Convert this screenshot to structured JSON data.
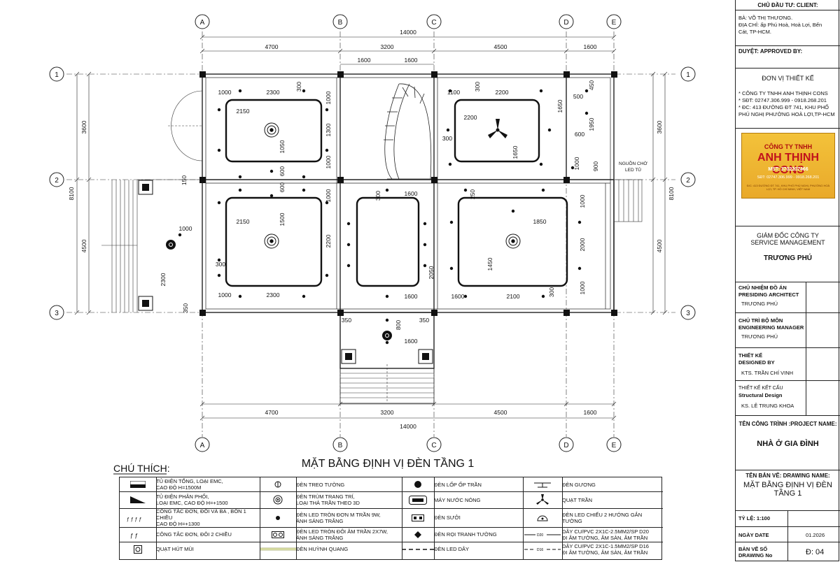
{
  "drawing": {
    "grid_cols": [
      "A",
      "B",
      "C",
      "D",
      "E"
    ],
    "grid_rows": [
      "1",
      "2",
      "3"
    ],
    "dims_top_total": "14000",
    "dims_top": [
      "4700",
      "3200",
      "4500",
      "1600"
    ],
    "dims_bottom_total": "14000",
    "dims_bottom": [
      "4700",
      "3200",
      "4500",
      "1600"
    ],
    "dims_left": [
      "3600",
      "4500"
    ],
    "dims_left_total": "8100",
    "dims_right": [
      "3600",
      "4500"
    ],
    "dims_right_total": "8100",
    "stair_top_dims": [
      "1600",
      "1600"
    ],
    "interior_dims": {
      "r1_a": "1000",
      "r1_b": "2300",
      "r1_c": "300",
      "r1_d": "2150",
      "r1_e": "1000",
      "r1_f": "1300",
      "r1_g": "1000",
      "r1_h": "1050",
      "r1_i": "600",
      "r2_a": "1100",
      "r2_b": "2200",
      "r2_c": "300",
      "r2_d": "2200",
      "r2_e": "300",
      "r2_f": "1650",
      "r2_g": "1650",
      "r3_a": "500",
      "r3_b": "450",
      "r3_c": "1950",
      "r3_d": "600",
      "r3_e": "1000",
      "r3_f": "900",
      "r4_a": "2150",
      "r4_b": "1500",
      "r4_c": "600",
      "r4_d": "300",
      "r4_e": "2200",
      "r4_f": "1000",
      "r4_g": "2300",
      "r4_h": "1000",
      "r5_a": "300",
      "r5_b": "1600",
      "r5_c": "2050",
      "r5_d": "1600",
      "r6_a": "250",
      "r6_b": "1850",
      "r6_c": "1000",
      "r6_d": "2000",
      "r6_e": "1000",
      "r6_f": "1450",
      "r6_g": "2100",
      "r6_h": "300",
      "r6_i": "1600",
      "r7_a": "150",
      "r7_b": "1000",
      "r7_c": "2300",
      "r7_d": "350",
      "r8_a": "350",
      "r8_b": "800",
      "r8_c": "1600"
    },
    "note_source": "NGUỒN CHỜ",
    "note_source2": "LED TỦ",
    "title": "MẶT BẰNG ĐỊNH VỊ ĐÈN TẦNG 1"
  },
  "legend": {
    "heading": "CHÚ THÍCH:",
    "items": [
      [
        "TỦ ĐIỆN TỔNG, LOẠI EMC,",
        "CAO ĐỘ H=1500M"
      ],
      [
        "TỦ ĐIỆN PHÂN PHỐI,",
        "LOẠI EMC, CAO ĐỘ H=+1500"
      ],
      [
        "CÔNG TẮC ĐƠN, ĐÔI VÀ BA , BỐN 1 CHIỀU",
        "CAO ĐỘ H=+1300"
      ],
      [
        "CÔNG TẮC ĐƠN, ĐÔI 2 CHIỀU",
        ""
      ],
      [
        "QUẠT HÚT MÙI",
        ""
      ],
      [
        "ĐÈN TREO TƯỜNG",
        ""
      ],
      [
        "ĐÈN TRÙM TRANG TRÍ,",
        "LOẠI THẢ TRẦN THEO 3D"
      ],
      [
        "ĐÈN LED TRÒN ĐƠN M TRẦN 9W,",
        "ÁNH SÁNG TRẮNG"
      ],
      [
        "ĐÈN LED TRÒN ĐÔI ÂM TRẦN 2X7W,",
        "ÁNH SÁNG TRẮNG"
      ],
      [
        "ĐÈN HUỲNH QUANG",
        ""
      ],
      [
        "ĐÈN LỐP ỐP TRẦN",
        ""
      ],
      [
        "MÁY NƯỚC NÓNG",
        ""
      ],
      [
        "ĐÈN SƯỞI",
        ""
      ],
      [
        "ĐÈN RỌI TRANH TƯỜNG",
        ""
      ],
      [
        "ĐÈN LED DÂY",
        ""
      ],
      [
        "ĐÈN GƯƠNG",
        ""
      ],
      [
        "QUẠT TRẦN",
        ""
      ],
      [
        "ĐÈN LED CHIẾU 2 HƯỚNG GẮN TƯỜNG",
        ""
      ],
      [
        "DÂY CU/PVC 2X1C-2.5MM2/SP D20",
        "ĐI ÂM TƯỜNG, ÂM SÀN, ÂM TRẦN"
      ],
      [
        "DÂY CU/PVC 2X1C-1.5MM2/SP D16",
        "ĐI ÂM TƯỜNG, ÂM SÀN, ÂM TRẦN"
      ]
    ],
    "wire_tag_1": "D20",
    "wire_tag_2": "D16"
  },
  "titleblock": {
    "client_h": "CHỦ ĐẦU TƯ: CLIENT:",
    "client_1": "BÀ: VÕ THỊ THƯƠNG.",
    "client_2": "ĐỊA CHỈ: ấp Phú Hoà, Hoà Lợi, Bến",
    "client_3": "Cát, TP-HCM.",
    "approved_h": "DUYỆT:   APPROVED BY:",
    "designer_unit": "ĐƠN VỊ THIẾT KẾ",
    "co_1": "* CÔNG TY TNHH ANH THỊNH CONS",
    "co_2": "* SĐT: 02747.306.999 - 0918.268.201",
    "co_3": "* ĐC: 413 ĐƯỜNG ĐT 741, KHU PHỐ",
    "co_4": "PHÚ NGHỊ PHƯỜNG HOÀ LỢI,TP-HCM",
    "logo_1": "CÔNG TY TNHH",
    "logo_2": "ANH THỊNH CONS",
    "logo_3": "MST: 3702207466",
    "logo_4": "SĐT: 02747.306.999 - 0918.268.201",
    "logo_5": "Đ/C: 413 ĐƯỜNG ĐT 741, KHU PHỐ PHÚ NGHỊ, PHƯỜNG HOÀ LỢI, TP. HỒ CHÍ MINH, VIỆT NAM",
    "director_1": "GIÁM ĐỐC CÔNG TY",
    "director_2": "SERVICE MANAGEMENT",
    "director_name": "TRƯƠNG PHÚ",
    "pa_1": "CHỦ NHIỆM ĐỒ ÁN",
    "pa_2": "PRESIDING ARCHITECT",
    "pa_name": "TRƯƠNG PHÚ",
    "em_1": "CHỦ TRÌ BỘ MÔN",
    "em_2": "ENGINEERING MANAGER",
    "em_name": "TRƯƠNG PHÚ",
    "ds_1": "THIẾT KẾ",
    "ds_2": "DESIGNED BY",
    "ds_name": "KTS. TRẦN CHÍ VINH",
    "sd_1": "THIẾT KẾ KẾT CẤU",
    "sd_2": "Structural Design",
    "sd_name": "KS. LÊ TRUNG KHOA",
    "project_h": "TÊN CÔNG TRÌNH :PROJECT NAME:",
    "project": "NHÀ Ở GIA ĐÌNH",
    "drawing_h": "TÊN BẢN VẼ: DRAWING NAME:",
    "drawing_1": "MẶT BẰNG ĐỊNH VỊ ĐÈN",
    "drawing_2": "TẦNG 1",
    "scale": "TỶ LỆ: 1:100",
    "date_label": "NGÀY  DATE",
    "date": "01.2026",
    "no_label_1": "BẢN VẼ SỐ",
    "no_label_2": "DRAWING No",
    "no": "Đ: 04"
  }
}
